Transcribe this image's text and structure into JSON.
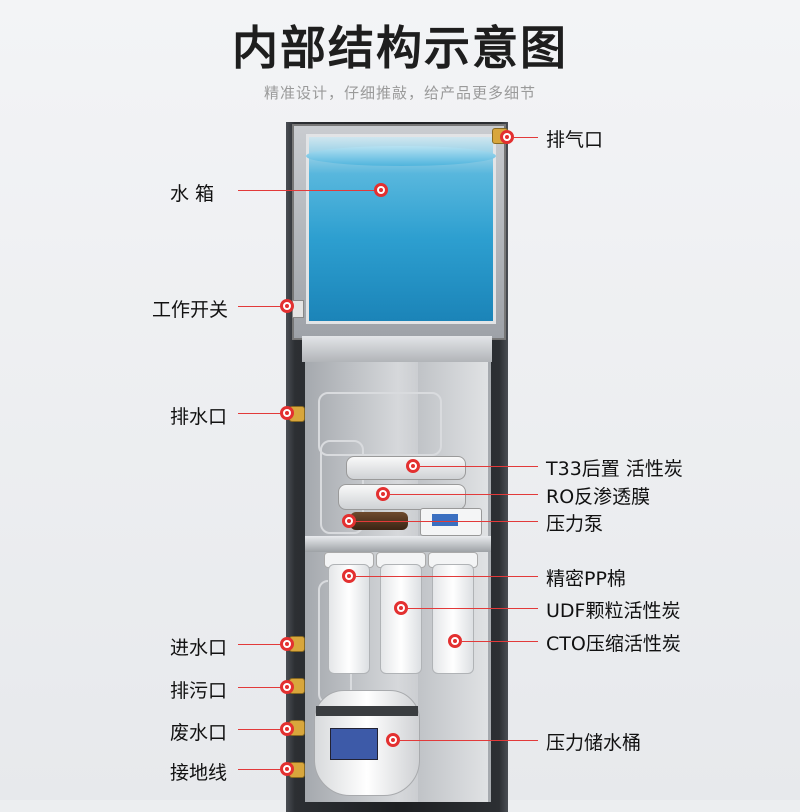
{
  "header": {
    "title": "内部结构示意图",
    "subtitle": "精准设计，仔细推敲，给产品更多细节"
  },
  "left_callouts": [
    {
      "id": "water-tank",
      "label": "水 箱"
    },
    {
      "id": "power-switch",
      "label": "工作开关"
    },
    {
      "id": "water-outlet",
      "label": "排水口"
    },
    {
      "id": "water-inlet",
      "label": "进水口"
    },
    {
      "id": "sewage-outlet",
      "label": "排污口"
    },
    {
      "id": "waste-water-outlet",
      "label": "废水口"
    },
    {
      "id": "ground-wire",
      "label": "接地线"
    }
  ],
  "right_callouts": [
    {
      "id": "air-vent",
      "label": "排气口"
    },
    {
      "id": "t33-carbon",
      "label": "T33后置 活性炭"
    },
    {
      "id": "ro-membrane",
      "label": "RO反渗透膜"
    },
    {
      "id": "pressure-pump",
      "label": "压力泵"
    },
    {
      "id": "pp-cotton",
      "label": "精密PP棉"
    },
    {
      "id": "udf-carbon",
      "label": "UDF颗粒活性炭"
    },
    {
      "id": "cto-carbon",
      "label": "CTO压缩活性炭"
    },
    {
      "id": "pressure-tank",
      "label": "压力储水桶"
    }
  ],
  "colors": {
    "accent": "#e33030",
    "title": "#1e1e1e",
    "subtitle": "#9a9a9a",
    "water": "#2d9fd0"
  }
}
